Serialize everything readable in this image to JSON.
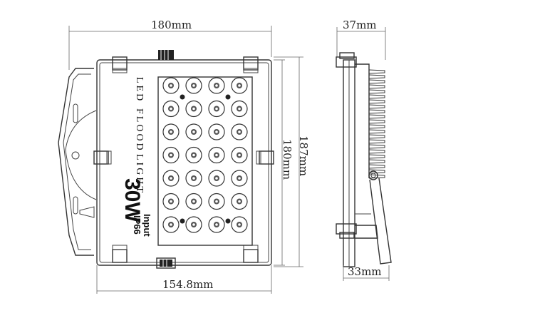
{
  "dimensions": {
    "front_width": "180mm",
    "front_inner_width": "154.8mm",
    "front_height": "180mm",
    "total_height": "187mm",
    "side_depth": "37mm",
    "bracket_depth": "33mm"
  },
  "product_labels": {
    "line1": "LED",
    "line2": "FLOOD",
    "line3": "LIGHT",
    "power": "30W",
    "input": "Input",
    "rating": "IP66"
  },
  "led_grid": {
    "columns": 4,
    "rows": 7
  },
  "colors": {
    "line": "#333333",
    "background": "#ffffff"
  }
}
